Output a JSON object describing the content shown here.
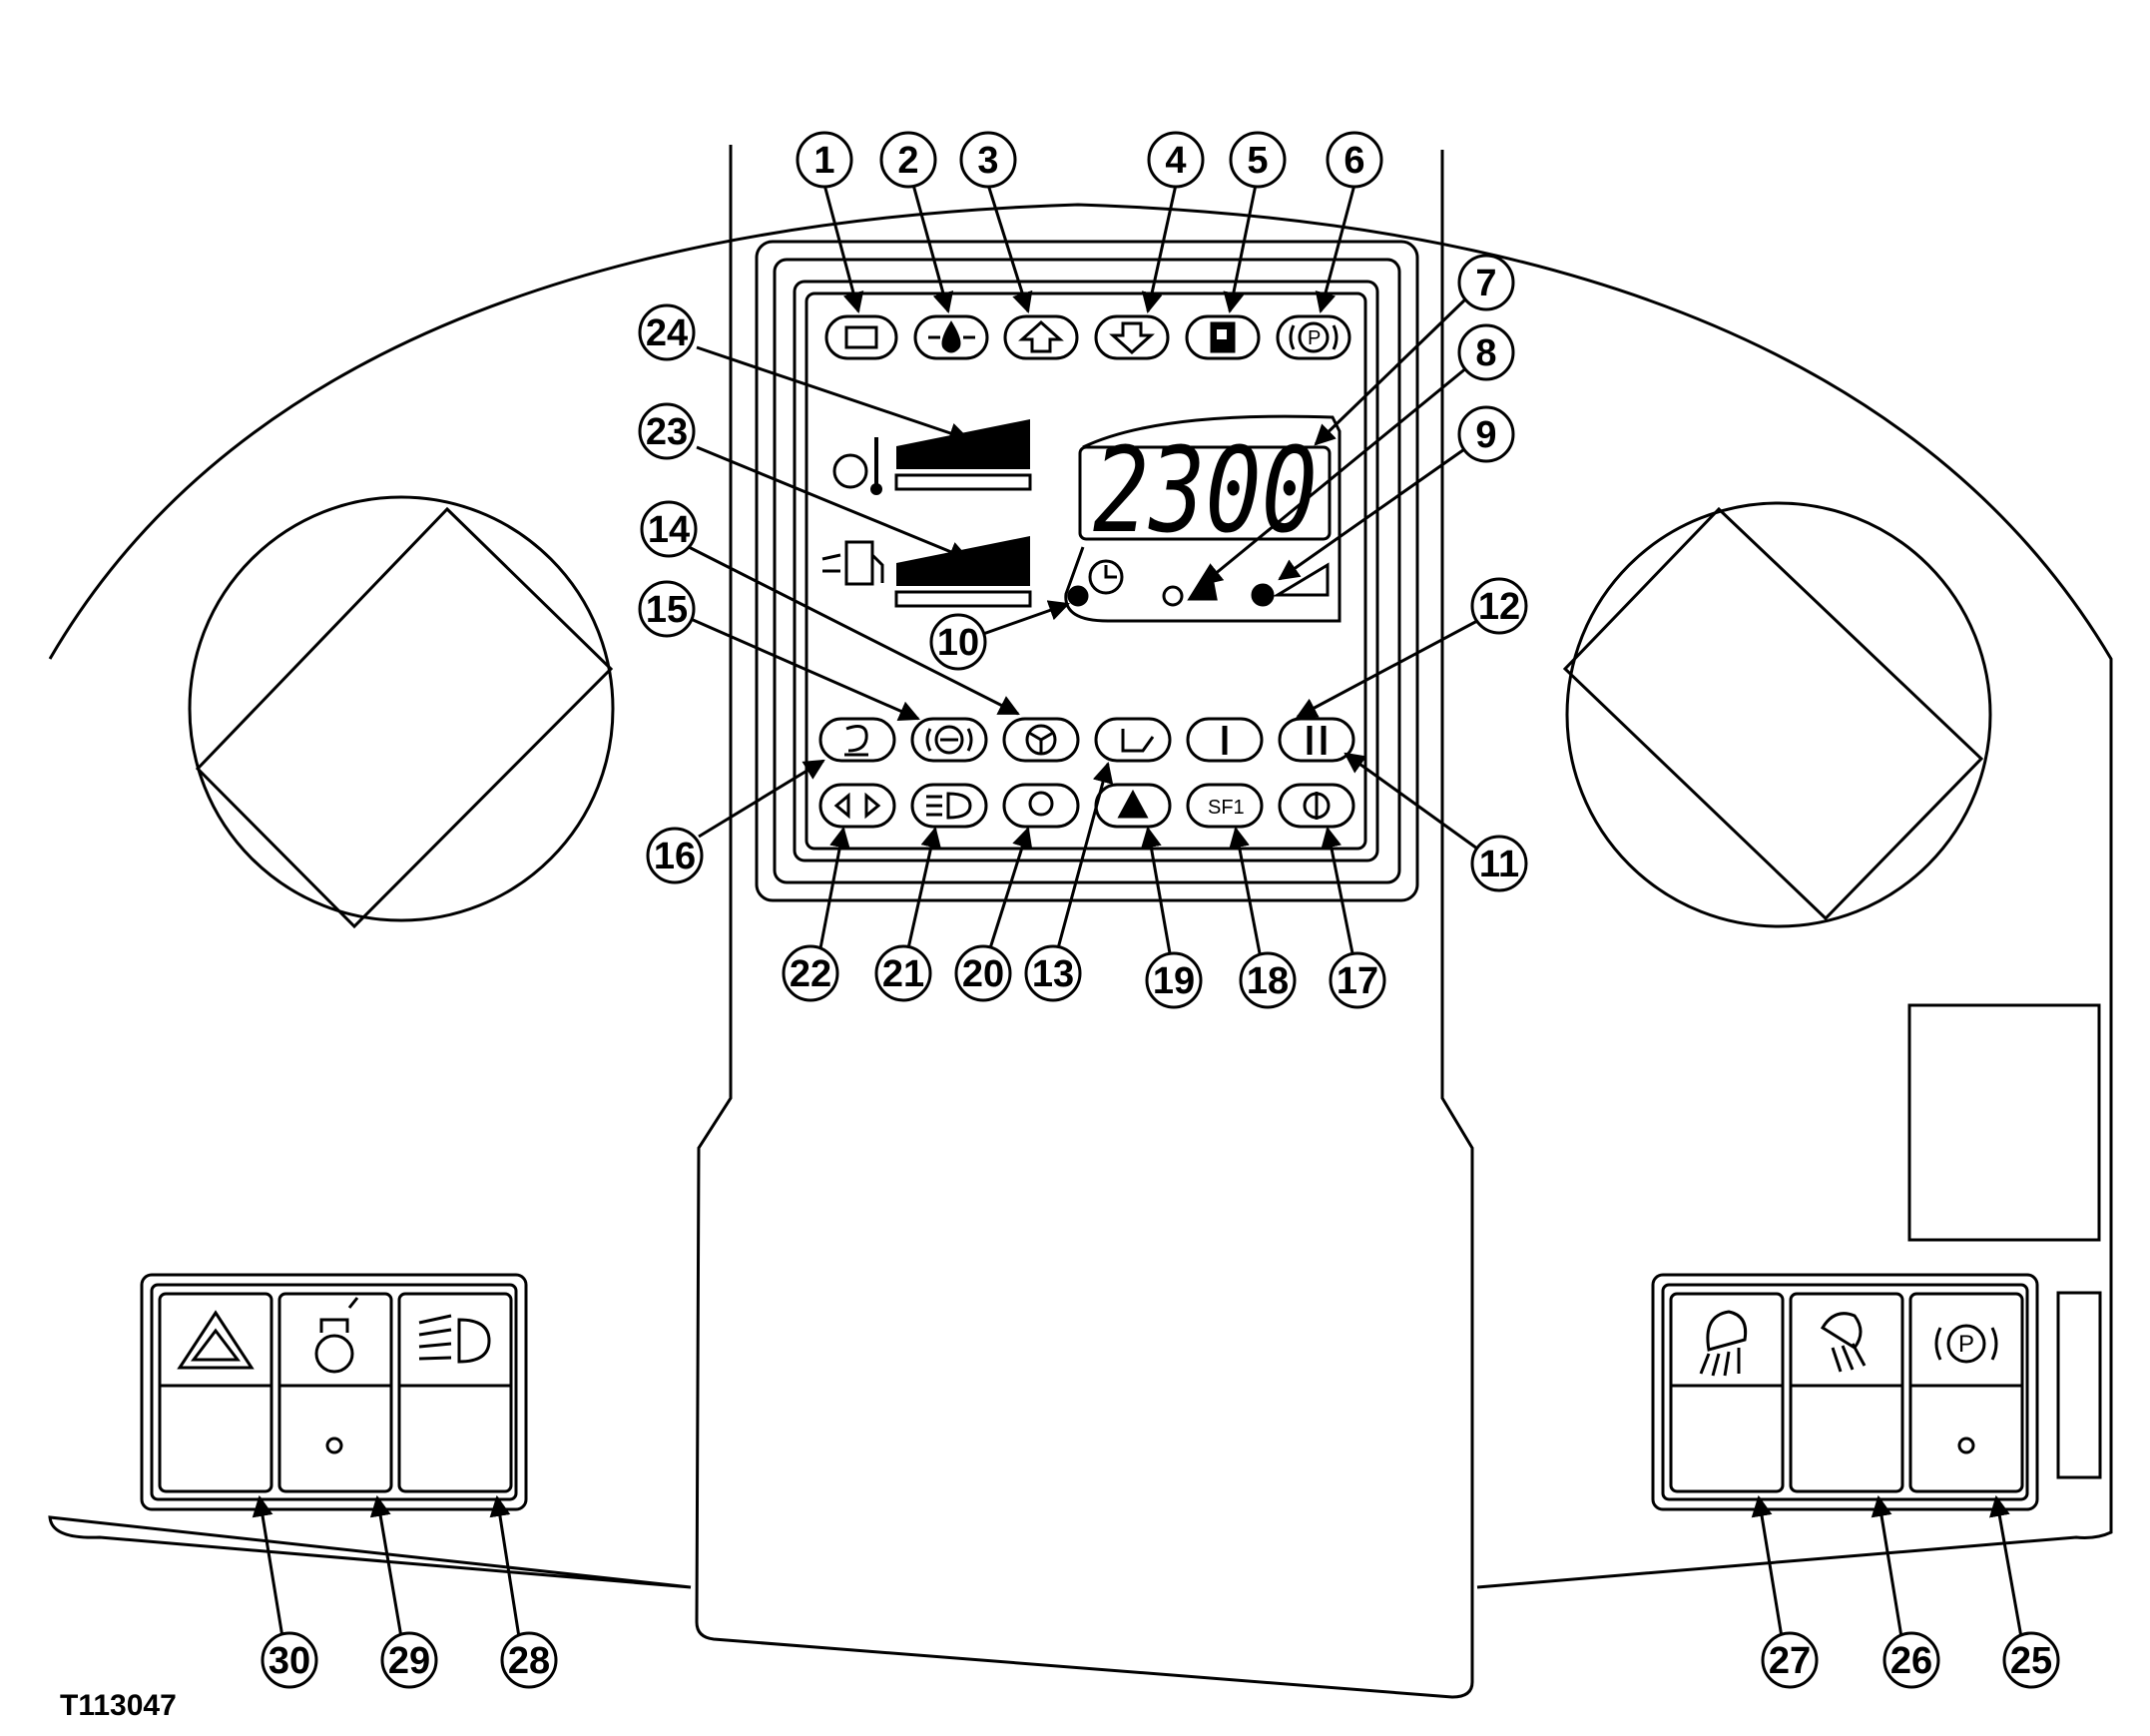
{
  "display": {
    "hour_meter": "2300"
  },
  "indicators": {
    "soft_key_label": "SF1",
    "park_brake_letter": "P"
  },
  "callouts": [
    "1",
    "2",
    "3",
    "4",
    "5",
    "6",
    "7",
    "8",
    "9",
    "10",
    "11",
    "12",
    "13",
    "14",
    "15",
    "16",
    "17",
    "18",
    "19",
    "20",
    "21",
    "22",
    "23",
    "24",
    "25",
    "26",
    "27",
    "28",
    "29",
    "30"
  ],
  "figure_code": "T113047",
  "colors": {
    "line": "#000000",
    "background": "#ffffff"
  }
}
